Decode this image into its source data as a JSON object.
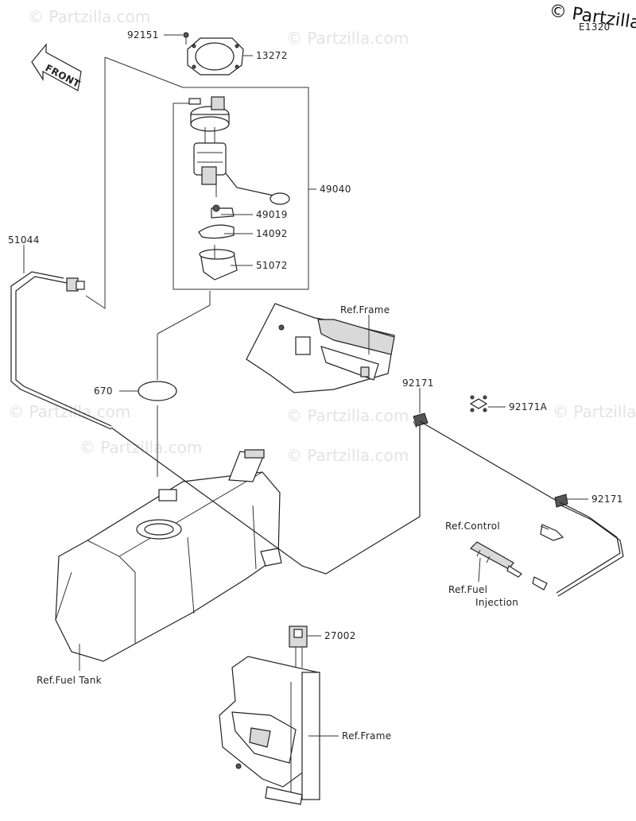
{
  "header": {
    "copyright": "© Partzilla",
    "diagram_code": "E1320"
  },
  "watermark": "© Partzilla.com",
  "front_label": "FRONT",
  "callouts": {
    "p92151": "92151",
    "p13272": "13272",
    "p49040": "49040",
    "p49019": "49019",
    "p14092": "14092",
    "p51072": "51072",
    "p51044": "51044",
    "p670": "670",
    "p92171_top": "92171",
    "p92171A": "92171A",
    "p92171_mid": "92171",
    "p27002": "27002"
  },
  "refs": {
    "frame_top": "Ref.Frame",
    "control": "Ref.Control",
    "fuel_injection_1": "Ref.Fuel",
    "fuel_injection_2": "Injection",
    "fuel_tank": "Ref.Fuel Tank",
    "frame_bottom": "Ref.Frame"
  }
}
